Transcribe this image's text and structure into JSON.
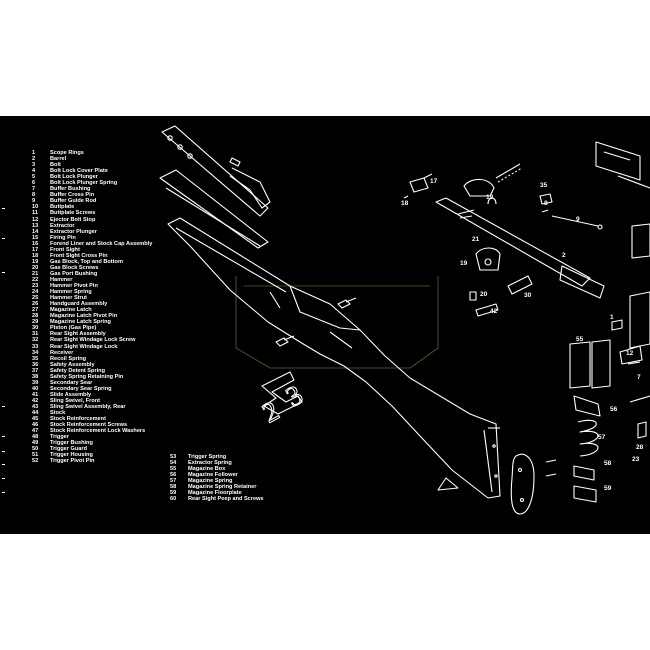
{
  "legend_col1": [
    {
      "n": "1",
      "label": "Scope Rings"
    },
    {
      "n": "2",
      "label": "Barrel"
    },
    {
      "n": "3",
      "label": "Bolt"
    },
    {
      "n": "4",
      "label": "Bolt Lock Cover Plate"
    },
    {
      "n": "5",
      "label": "Bolt Lock Plunger"
    },
    {
      "n": "6",
      "label": "Bolt Lock Plunger Spring"
    },
    {
      "n": "7",
      "label": "Buffer Bushing"
    },
    {
      "n": "8",
      "label": "Buffer Cross Pin"
    },
    {
      "n": "9",
      "label": "Buffer Guide Rod"
    },
    {
      "n": "10",
      "label": "Buttplate"
    },
    {
      "n": "11",
      "label": "Buttplate Screws"
    },
    {
      "n": "12",
      "label": "Ejector Bolt Stop"
    },
    {
      "n": "13",
      "label": "Extractor"
    },
    {
      "n": "14",
      "label": "Extractor Plunger"
    },
    {
      "n": "15",
      "label": "Firing Pin"
    },
    {
      "n": "16",
      "label": "Forend Liner and Stock Cap Assembly"
    },
    {
      "n": "17",
      "label": "Front Sight"
    },
    {
      "n": "18",
      "label": "Front Sight Cross Pin"
    },
    {
      "n": "19",
      "label": "Gas Block, Top and Bottom"
    },
    {
      "n": "20",
      "label": "Gas Block Screws"
    },
    {
      "n": "21",
      "label": "Gas Port Bushing"
    },
    {
      "n": "22",
      "label": "Hammer"
    },
    {
      "n": "23",
      "label": "Hammer Pivot Pin"
    },
    {
      "n": "24",
      "label": "Hammer Spring"
    },
    {
      "n": "25",
      "label": "Hammer Strut"
    },
    {
      "n": "26",
      "label": "Handguard Assembly"
    },
    {
      "n": "27",
      "label": "Magazine Latch"
    },
    {
      "n": "28",
      "label": "Magazine Latch Pivot Pin"
    },
    {
      "n": "29",
      "label": "Magazine Latch Spring"
    },
    {
      "n": "30",
      "label": "Piston (Gas Pipe)"
    },
    {
      "n": "31",
      "label": "Rear Sight Assembly"
    },
    {
      "n": "32",
      "label": "Rear Sight Windage Lock Screw"
    },
    {
      "n": "33",
      "label": "Rear Sight Windage Lock"
    },
    {
      "n": "34",
      "label": "Receiver"
    },
    {
      "n": "35",
      "label": "Recoil Spring"
    },
    {
      "n": "36",
      "label": "Safety Assembly"
    },
    {
      "n": "37",
      "label": "Safety Detent Spring"
    },
    {
      "n": "38",
      "label": "Safety Spring Retaining Pin"
    },
    {
      "n": "39",
      "label": "Secondary Sear"
    },
    {
      "n": "40",
      "label": "Secondary Sear Spring"
    },
    {
      "n": "41",
      "label": "Slide Assembly"
    },
    {
      "n": "42",
      "label": "Sling Swivel, Front"
    },
    {
      "n": "43",
      "label": "Sling Swivel Assembly, Rear"
    },
    {
      "n": "44",
      "label": "Stock"
    },
    {
      "n": "45",
      "label": "Stock Reinforcement"
    },
    {
      "n": "46",
      "label": "Stock Reinforcement Screws"
    },
    {
      "n": "47",
      "label": "Stock Reinforcement Lock Washers"
    },
    {
      "n": "48",
      "label": "Trigger"
    },
    {
      "n": "49",
      "label": "Trigger Bushing"
    },
    {
      "n": "50",
      "label": "Trigger Guard"
    },
    {
      "n": "51",
      "label": "Trigger Housing"
    },
    {
      "n": "52",
      "label": "Trigger Pivot Pin"
    }
  ],
  "legend_col2": [
    {
      "n": "53",
      "label": "Trigger Spring"
    },
    {
      "n": "54",
      "label": "Extractor Spring"
    },
    {
      "n": "55",
      "label": "Magazine Box"
    },
    {
      "n": "56",
      "label": "Magazine Follower"
    },
    {
      "n": "57",
      "label": "Magazine Spring"
    },
    {
      "n": "58",
      "label": "Magazine Spring Retainer"
    },
    {
      "n": "59",
      "label": "Magazine Floorplate"
    },
    {
      "n": "60",
      "label": "Rear Sight Peep and Screws"
    }
  ],
  "callouts": {
    "c17": "17",
    "c18": "18",
    "c19a": "19",
    "c35": "35",
    "c8": "8",
    "c9": "9",
    "c21": "21",
    "c2": "2",
    "c19b": "19",
    "c20": "20",
    "c30": "30",
    "c42": "42",
    "c55": "55",
    "c1": "1",
    "c12": "12",
    "c56": "56",
    "c57": "57",
    "c58": "58",
    "c59": "59",
    "c28": "28",
    "c23": "23",
    "c7": "7"
  },
  "colors": {
    "mat": "#000000",
    "line": "#ffffff",
    "logo": "#c8a24a"
  }
}
